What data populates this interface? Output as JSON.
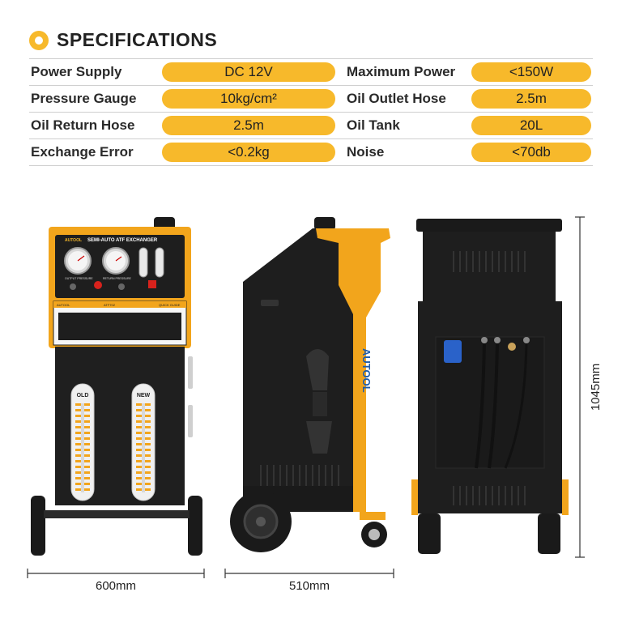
{
  "header": {
    "title": "SPECIFICATIONS"
  },
  "specs": [
    {
      "label_left": "Power Supply",
      "value_left": "DC 12V",
      "label_right": "Maximum Power",
      "value_right": "<150W"
    },
    {
      "label_left": "Pressure Gauge",
      "value_left": "10kg/cm²",
      "label_right": "Oil Outlet Hose",
      "value_right": "2.5m"
    },
    {
      "label_left": "Oil Return Hose",
      "value_left": "2.5m",
      "label_right": "Oil Tank",
      "value_right": "20L"
    },
    {
      "label_left": "Exchange Error",
      "value_left": "<0.2kg",
      "label_right": "Noise",
      "value_right": "<70db"
    }
  ],
  "dimensions": {
    "width": "600mm",
    "depth": "510mm",
    "height": "1045mm"
  },
  "machine": {
    "panel_title": "SEMI-AUTO ATF EXCHANGER",
    "brand_small": "AUTOOL",
    "model": "ATF702",
    "quick_guide": "QUICK GUIDE",
    "gauge_left_label": "OUTPUT PRESSURE",
    "gauge_right_label": "RETURN PRESSURE",
    "tube_old": "OLD",
    "tube_new": "NEW",
    "side_brand": "AUTOOL"
  },
  "colors": {
    "accent": "#f7b92b",
    "body": "#1e1e1e"
  }
}
